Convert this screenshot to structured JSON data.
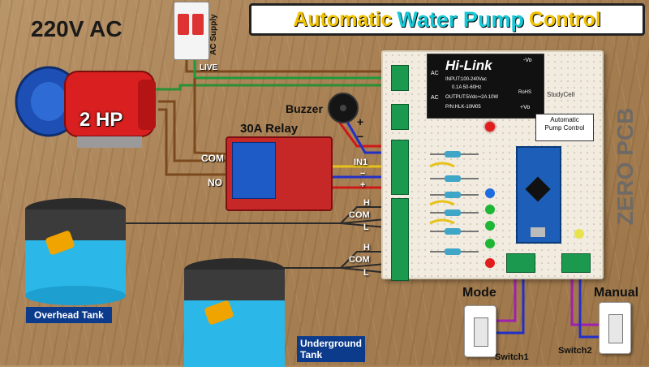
{
  "title": {
    "part1": "Automatic",
    "part2": "Water Pump",
    "part3": "Control"
  },
  "supply_label": "220V AC",
  "mcb_label": "AC Supply",
  "live_label": "LIVE",
  "pump_label": "2 HP",
  "relay_title": "30A Relay",
  "relay_com": "COM",
  "relay_no": "NO",
  "buzzer_label": "Buzzer",
  "buzzer_plus": "+",
  "buzzer_minus": "−",
  "pin_labels": [
    "IN1",
    "−",
    "+"
  ],
  "sensor1_labels": [
    "H",
    "COM",
    "L"
  ],
  "sensor2_labels": [
    "H",
    "COM",
    "L"
  ],
  "board_label": "ZERO PCB",
  "psu": {
    "brand": "Hi-Link",
    "line1": "INPUT:100-240Vac",
    "line2": "0.1A 50-60Hz",
    "line3": "OUTPUT:5Vdc⎓2A 10W",
    "line4": "P/N:HLK-10M05",
    "vo_plus": "+Vo",
    "vo_minus": "-Vo",
    "ac1": "AC",
    "ac2": "AC",
    "rohs": "RoHS"
  },
  "pcb_label": {
    "line1": "Automatic",
    "line2": "Pump Control"
  },
  "studycell": "StudyCell",
  "overhead_tank": "Overhead Tank",
  "underground_tank": "Underground\nTank",
  "mode_label": "Mode",
  "manual_label": "Manual",
  "switch1": "Switch1",
  "switch2": "Switch2",
  "colors": {
    "title_yellow": "#f2c200",
    "title_cyan": "#17c8d6",
    "wire_red": "#d01818",
    "wire_blue": "#2230c8",
    "wire_yellow": "#e6c21a",
    "wire_brown": "#7a4a1e",
    "wire_green": "#1f9a3a",
    "wire_purple": "#a020b0"
  }
}
